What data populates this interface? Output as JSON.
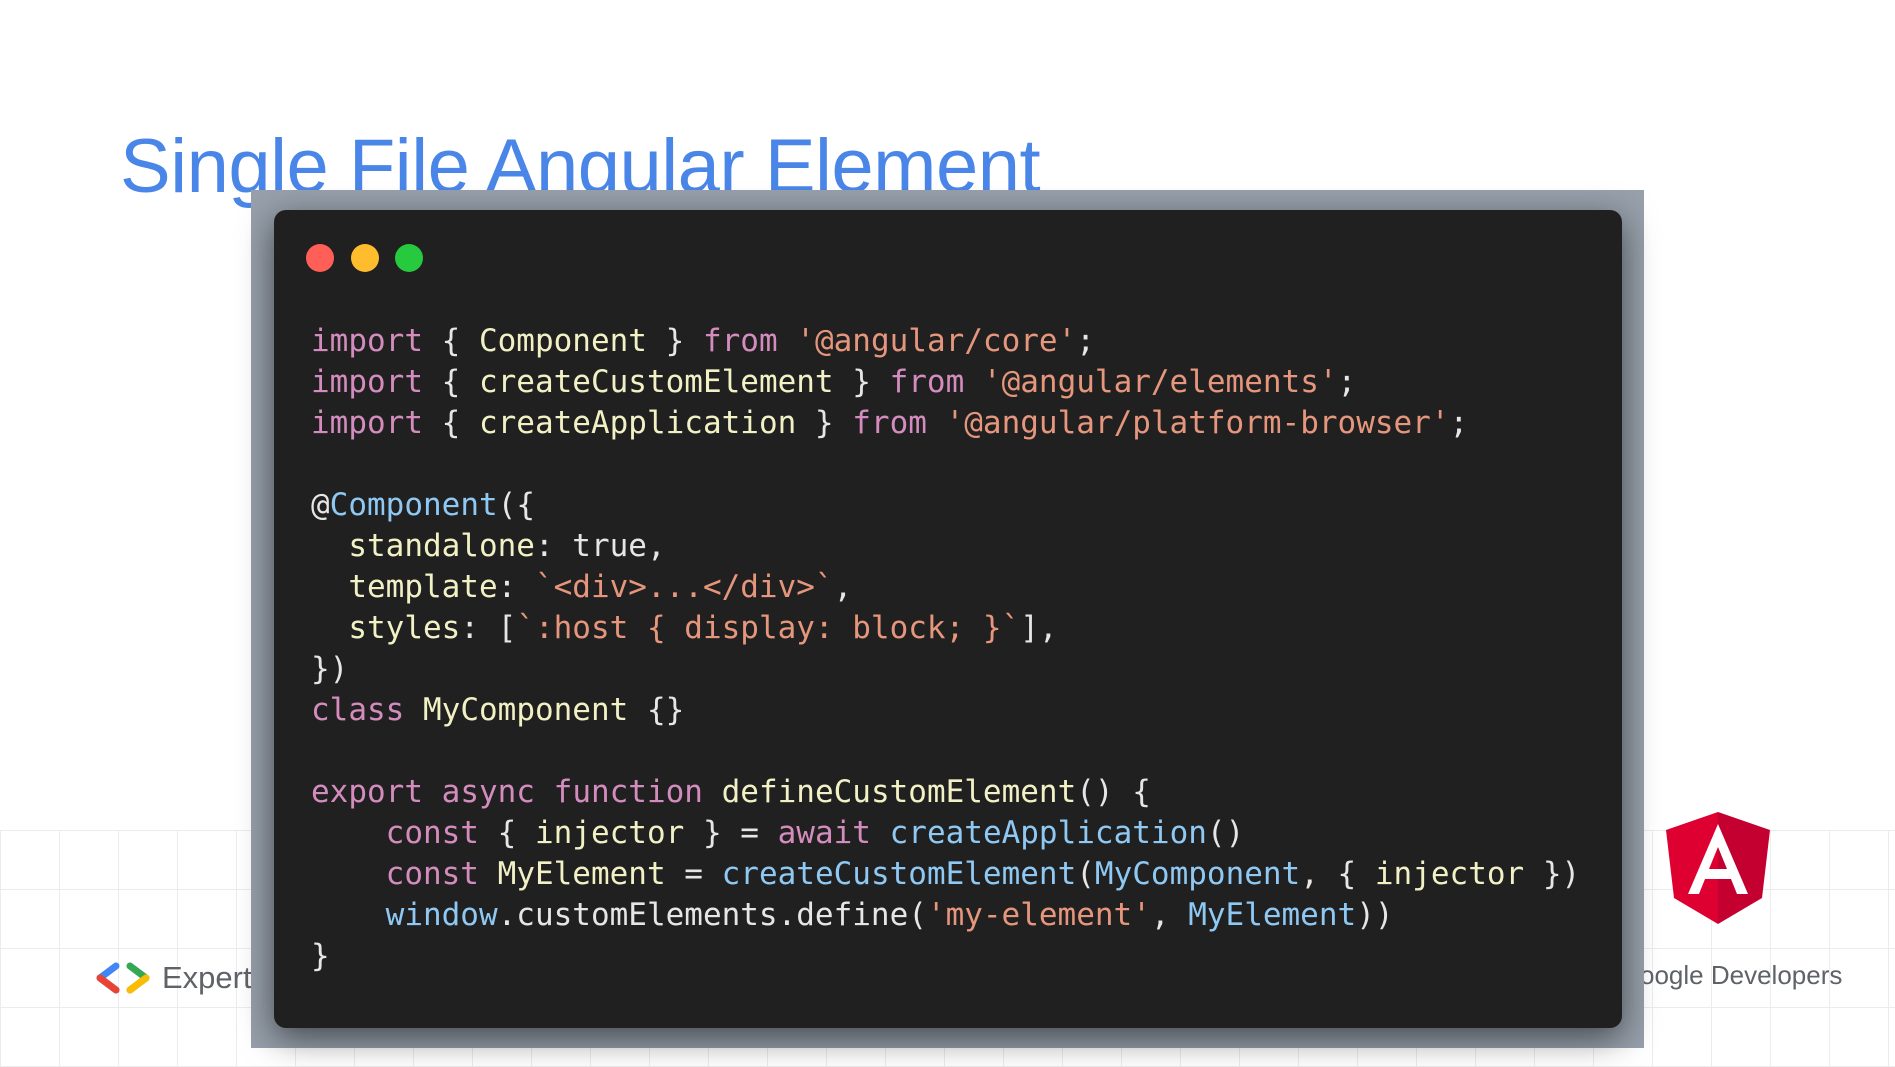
{
  "slide": {
    "title": "Single File Angular Element"
  },
  "code_window": {
    "traffic_lights": {
      "close_color": "#ff5f56",
      "minimize_color": "#ffbd2e",
      "maximize_color": "#27c93f"
    },
    "lines": [
      [
        {
          "t": "import",
          "c": "kw"
        },
        {
          "t": " { ",
          "c": "pn"
        },
        {
          "t": "Component",
          "c": "id"
        },
        {
          "t": " } ",
          "c": "pn"
        },
        {
          "t": "from",
          "c": "kw"
        },
        {
          "t": " ",
          "c": "pn"
        },
        {
          "t": "'@angular/core'",
          "c": "str"
        },
        {
          "t": ";",
          "c": "pn"
        }
      ],
      [
        {
          "t": "import",
          "c": "kw"
        },
        {
          "t": " { ",
          "c": "pn"
        },
        {
          "t": "createCustomElement",
          "c": "id"
        },
        {
          "t": " } ",
          "c": "pn"
        },
        {
          "t": "from",
          "c": "kw"
        },
        {
          "t": " ",
          "c": "pn"
        },
        {
          "t": "'@angular/elements'",
          "c": "str"
        },
        {
          "t": ";",
          "c": "pn"
        }
      ],
      [
        {
          "t": "import",
          "c": "kw"
        },
        {
          "t": " { ",
          "c": "pn"
        },
        {
          "t": "createApplication",
          "c": "id"
        },
        {
          "t": " } ",
          "c": "pn"
        },
        {
          "t": "from",
          "c": "kw"
        },
        {
          "t": " ",
          "c": "pn"
        },
        {
          "t": "'@angular/platform-browser'",
          "c": "str"
        },
        {
          "t": ";",
          "c": "pn"
        }
      ],
      [],
      [
        {
          "t": "@",
          "c": "pn"
        },
        {
          "t": "Component",
          "c": "fn"
        },
        {
          "t": "({",
          "c": "pn"
        }
      ],
      [
        {
          "t": "  ",
          "c": "pn"
        },
        {
          "t": "standalone",
          "c": "id"
        },
        {
          "t": ": ",
          "c": "pn"
        },
        {
          "t": "true",
          "c": "pn"
        },
        {
          "t": ",",
          "c": "pn"
        }
      ],
      [
        {
          "t": "  ",
          "c": "pn"
        },
        {
          "t": "template",
          "c": "id"
        },
        {
          "t": ": ",
          "c": "pn"
        },
        {
          "t": "`<div>...</div>`",
          "c": "str"
        },
        {
          "t": ",",
          "c": "pn"
        }
      ],
      [
        {
          "t": "  ",
          "c": "pn"
        },
        {
          "t": "styles",
          "c": "id"
        },
        {
          "t": ": [",
          "c": "pn"
        },
        {
          "t": "`:host { display: block; }`",
          "c": "str"
        },
        {
          "t": "],",
          "c": "pn"
        }
      ],
      [
        {
          "t": "})",
          "c": "pn"
        }
      ],
      [
        {
          "t": "class",
          "c": "kw"
        },
        {
          "t": " ",
          "c": "pn"
        },
        {
          "t": "MyComponent",
          "c": "id"
        },
        {
          "t": " {}",
          "c": "pn"
        }
      ],
      [],
      [
        {
          "t": "export",
          "c": "kw"
        },
        {
          "t": " ",
          "c": "pn"
        },
        {
          "t": "async",
          "c": "kw"
        },
        {
          "t": " ",
          "c": "pn"
        },
        {
          "t": "function",
          "c": "kw"
        },
        {
          "t": " ",
          "c": "pn"
        },
        {
          "t": "defineCustomElement",
          "c": "id"
        },
        {
          "t": "() {",
          "c": "pn"
        }
      ],
      [
        {
          "t": "    ",
          "c": "pn"
        },
        {
          "t": "const",
          "c": "kw"
        },
        {
          "t": " { ",
          "c": "pn"
        },
        {
          "t": "injector",
          "c": "id"
        },
        {
          "t": " } = ",
          "c": "pn"
        },
        {
          "t": "await",
          "c": "kw"
        },
        {
          "t": " ",
          "c": "pn"
        },
        {
          "t": "createApplication",
          "c": "fn"
        },
        {
          "t": "()",
          "c": "pn"
        }
      ],
      [
        {
          "t": "    ",
          "c": "pn"
        },
        {
          "t": "const",
          "c": "kw"
        },
        {
          "t": " ",
          "c": "pn"
        },
        {
          "t": "MyElement",
          "c": "id"
        },
        {
          "t": " = ",
          "c": "pn"
        },
        {
          "t": "createCustomElement",
          "c": "fn"
        },
        {
          "t": "(",
          "c": "pn"
        },
        {
          "t": "MyComponent",
          "c": "fn"
        },
        {
          "t": ", { ",
          "c": "pn"
        },
        {
          "t": "injector",
          "c": "id"
        },
        {
          "t": " })",
          "c": "pn"
        }
      ],
      [
        {
          "t": "    ",
          "c": "pn"
        },
        {
          "t": "window",
          "c": "fn"
        },
        {
          "t": ".customElements.define(",
          "c": "pn"
        },
        {
          "t": "'my-element'",
          "c": "str"
        },
        {
          "t": ", ",
          "c": "pn"
        },
        {
          "t": "MyElement",
          "c": "fn"
        },
        {
          "t": "))",
          "c": "pn"
        }
      ],
      [
        {
          "t": "}",
          "c": "pn"
        }
      ]
    ]
  },
  "footer": {
    "left_text": "Experts",
    "right_text": "oogle Developers",
    "left_logo_icon": "google-developer-experts-chevrons-icon",
    "right_logo_icon": "angular-shield-icon"
  },
  "colors": {
    "title": "#4a86e8",
    "code_background": "#202020",
    "card_background": "#97a0ab",
    "keyword": "#d38cbd",
    "string": "#e5967c",
    "identifier": "#f1f1c5",
    "function_call": "#8ec8f3",
    "angular_red": "#dd0031",
    "angular_dark_red": "#c3002f"
  }
}
